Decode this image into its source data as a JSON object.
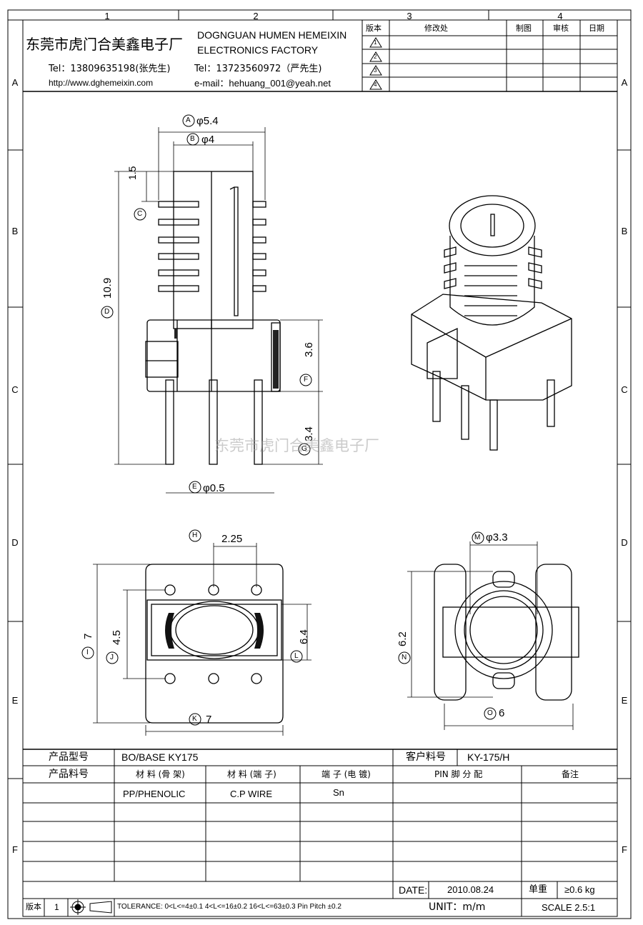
{
  "grid": {
    "top_numbers": [
      "1",
      "2",
      "3",
      "4"
    ],
    "side_letters": [
      "A",
      "B",
      "C",
      "D",
      "E",
      "F"
    ]
  },
  "company": {
    "name_cn": "东莞市虎门合美鑫电子厂",
    "name_en_1": "DOGNGUAN HUMEN HEMEIXIN",
    "name_en_2": "ELECTRONICS FACTORY",
    "tel_1": "Tel：13809635198(张先生)",
    "tel_2": "Tel：13723560972（严先生)",
    "url": "http://www.dghemeixin.com",
    "email": "e-mail：hehuang_001@yeah.net"
  },
  "revision_table": {
    "headers": [
      "版本",
      "修改处",
      "制图",
      "审核",
      "日期"
    ],
    "rows": [
      "1",
      "2",
      "3",
      "4"
    ]
  },
  "dims": {
    "A": "φ5.4",
    "B": "φ4",
    "C": "1.5",
    "D": "10.9",
    "E": "φ0.5",
    "F": "3.6",
    "G": "3.4",
    "H": "2.25",
    "I": "7",
    "J": "4.5",
    "K": "7",
    "L": "6.4",
    "M": "φ3.3",
    "N": "6.2",
    "O": "6"
  },
  "callouts": [
    "A",
    "B",
    "C",
    "D",
    "E",
    "F",
    "G",
    "H",
    "I",
    "J",
    "K",
    "L",
    "M",
    "N",
    "O"
  ],
  "watermark": "东莞市虎门合美鑫电子厂",
  "title_block": {
    "product_model_label": "产品型号",
    "product_model_value": "BO/BASE KY175",
    "customer_part_label": "客户料号",
    "customer_part_value": "KY-175/H",
    "product_part_label": "产品料号",
    "material_bobbin_label": "材 料 (骨 架)",
    "material_pin_label": "材 料 (端 子)",
    "plating_label": "端 子 (电 镀)",
    "pin_assign_label": "PIN 脚 分 配",
    "remark_label": "备注",
    "material_bobbin_value": "PP/PHENOLIC",
    "material_pin_value": "C.P WIRE",
    "plating_value": "Sn",
    "date_label": "DATE:",
    "date_value": "2010.08.24",
    "weight_label": "单重",
    "weight_value": "≥0.6 kg",
    "version_label": "版本",
    "version_value": "1",
    "tolerance": "TOLERANCE:  0<L<=4±0.1  4<L<=16±0.2  16<L<=63±0.3  Pin Pitch  ±0.2",
    "unit": "UNIT：m/m",
    "scale": "SCALE  2.5:1"
  }
}
